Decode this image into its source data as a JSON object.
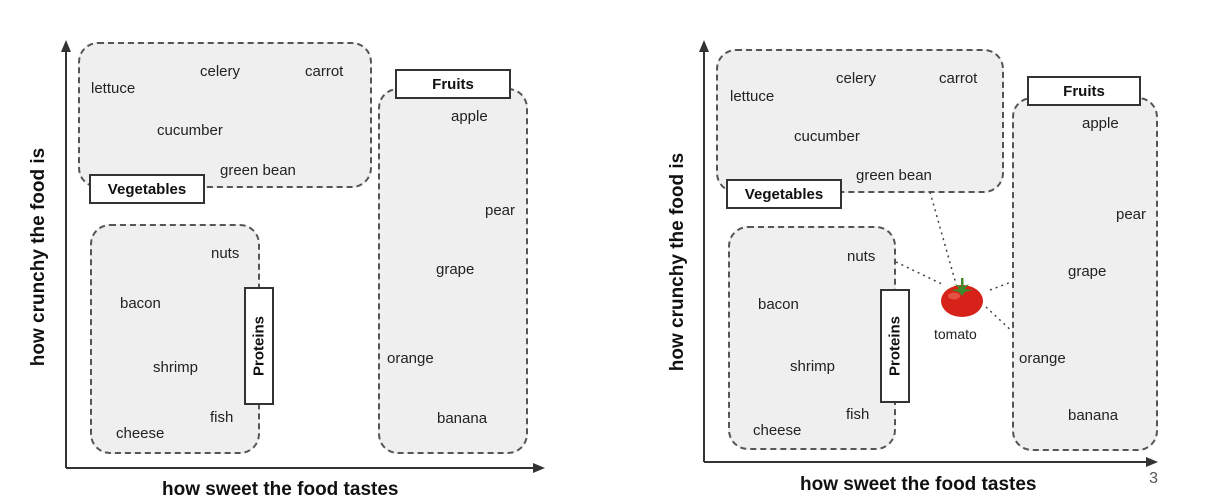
{
  "axes": {
    "x_label": "how sweet the food tastes",
    "y_label": "how crunchy the food is"
  },
  "groups": {
    "vegetables": "Vegetables",
    "fruits": "Fruits",
    "proteins": "Proteins"
  },
  "foods": {
    "lettuce": "lettuce",
    "celery": "celery",
    "carrot": "carrot",
    "cucumber": "cucumber",
    "green_bean": "green bean",
    "apple": "apple",
    "pear": "pear",
    "grape": "grape",
    "orange": "orange",
    "banana": "banana",
    "nuts": "nuts",
    "bacon": "bacon",
    "shrimp": "shrimp",
    "fish": "fish",
    "cheese": "cheese"
  },
  "new_item": "tomato",
  "page_number": "3",
  "colors": {
    "group_fill": "#efefef",
    "group_border": "#555555",
    "tomato": "#d62218",
    "tomato_leaf": "#3e8a2a"
  },
  "icons": [
    "tomato-icon"
  ]
}
